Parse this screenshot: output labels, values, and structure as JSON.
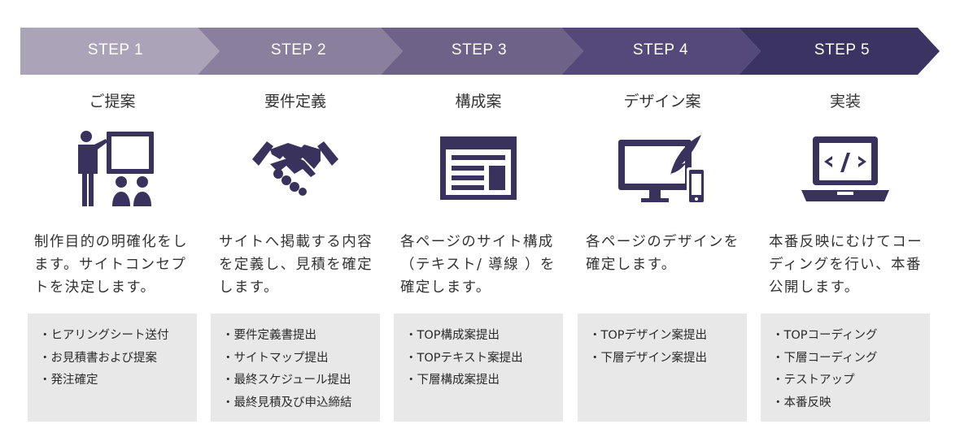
{
  "steps": [
    {
      "label": "STEP 1",
      "title": "ご提案",
      "icon": "presentation-icon",
      "description": "制作目的の明確化をします。サイトコンセプトを決定します。",
      "items": [
        "ヒアリングシート送付",
        "お見積書および提案",
        "発注確定"
      ]
    },
    {
      "label": "STEP 2",
      "title": "要件定義",
      "icon": "handshake-icon",
      "description": "サイトへ掲載する内容を定義し、見積を確定します。",
      "items": [
        "要件定義書提出",
        "サイトマップ提出",
        "最終スケジュール提出",
        "最終見積及び申込締結"
      ]
    },
    {
      "label": "STEP 3",
      "title": "構成案",
      "icon": "wireframe-icon",
      "description": "各ページのサイト構成（テキスト/ 導線 ）を確定します。",
      "items": [
        "TOP構成案提出",
        "TOPテキスト案提出",
        "下層構成案提出"
      ]
    },
    {
      "label": "STEP 4",
      "title": "デザイン案",
      "icon": "design-devices-icon",
      "description": "各ページのデザインを確定します。",
      "items": [
        "TOPデザイン案提出",
        "下層デザイン案提出"
      ]
    },
    {
      "label": "STEP 5",
      "title": "実装",
      "icon": "laptop-code-icon",
      "description": "本番反映にむけてコーディングを行い、本番公開します。",
      "items": [
        "TOPコーディング",
        "下層コーディング",
        "テストアップ",
        "本番反映"
      ]
    }
  ],
  "colors": {
    "step1": "#aba3b8",
    "step2": "#8a7f9c",
    "step3": "#6e6288",
    "step4": "#54497a",
    "step5": "#3b3463",
    "icon": "#38325c",
    "box": "#e8e8e8"
  }
}
